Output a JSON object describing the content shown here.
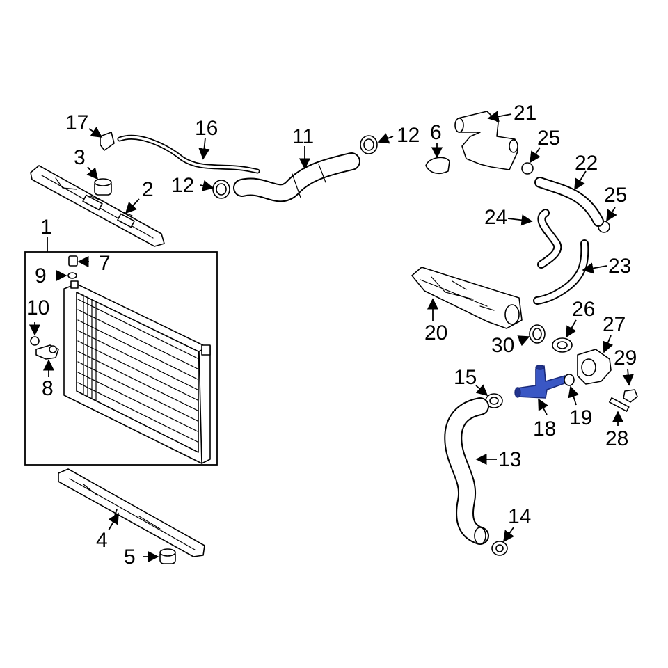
{
  "callouts": {
    "c1": "1",
    "c2": "2",
    "c3": "3",
    "c4": "4",
    "c5": "5",
    "c6": "6",
    "c7": "7",
    "c8": "8",
    "c9": "9",
    "c10": "10",
    "c11": "11",
    "c12a": "12",
    "c12b": "12",
    "c13": "13",
    "c14": "14",
    "c15": "15",
    "c16": "16",
    "c17": "17",
    "c18": "18",
    "c19": "19",
    "c20": "20",
    "c21": "21",
    "c22": "22",
    "c23": "23",
    "c24": "24",
    "c25a": "25",
    "c25b": "25",
    "c26": "26",
    "c27": "27",
    "c28": "28",
    "c29": "29",
    "c30": "30"
  },
  "colors": {
    "highlight": "#3a57c4",
    "line": "#000000",
    "background": "#ffffff"
  },
  "highlighted_part": "18"
}
